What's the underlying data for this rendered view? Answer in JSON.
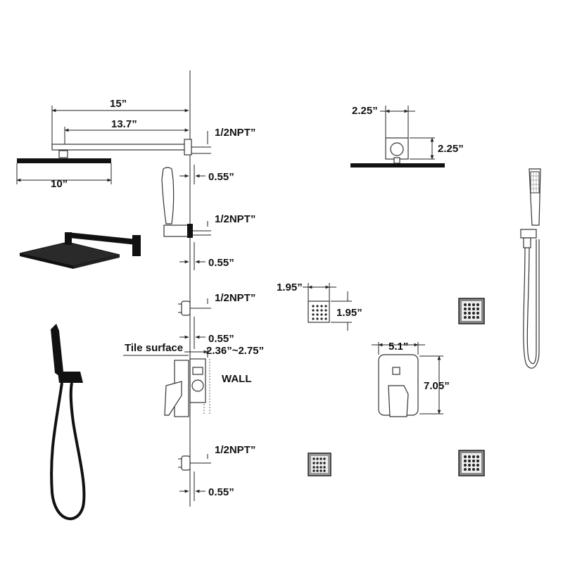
{
  "labels": {
    "arm_length": "15”",
    "arm_reach": "13.7”",
    "head_width": "10”",
    "npt_1": "1/2NPT”",
    "npt_2": "1/2NPT”",
    "npt_3": "1/2NPT”",
    "npt_4": "1/2NPT”",
    "depth_1": "0.55”",
    "depth_2": "0.55”",
    "depth_3": "0.55”",
    "depth_4": "0.55”",
    "tile_surface": "Tile surface",
    "wall_range": "2.36”~2.75”",
    "wall": "WALL",
    "flange_width": "2.25”",
    "flange_height": "2.25”",
    "jet_width": "1.95”",
    "jet_height": "1.95”",
    "plate_width": "5.1”",
    "plate_height": "7.05”"
  },
  "colors": {
    "line": "#222222",
    "product": "#111111",
    "background": "#ffffff"
  }
}
